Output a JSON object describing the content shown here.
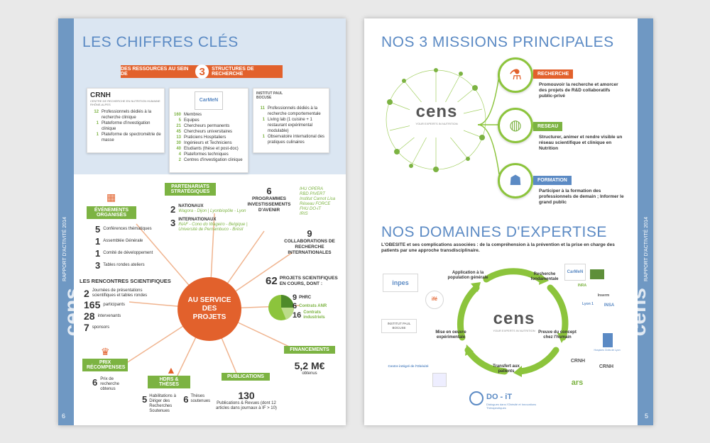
{
  "left_page": {
    "title": "LES CHIFFRES CLÉS",
    "subtitle_pre": "DES RESSOURCES AU SEIN DE",
    "subtitle_num": "3",
    "subtitle_post": "STRUCTURES DE RECHERCHE",
    "spine_brand": "cens",
    "spine_report": "RAPPORT D'ACTIVITÉ 2014",
    "page_number": "6",
    "structures": [
      {
        "logo": "CRNH",
        "logo_sub": "CENTRE DE RECHERCHE EN NUTRITION HUMAINE RHÔNE-ALPES",
        "rows": [
          {
            "n": "12",
            "t": "Professionnels dédiés à la recherche clinique"
          },
          {
            "n": "1",
            "t": "Plateforme d'investigation clinique"
          },
          {
            "n": "1",
            "t": "Plateforme de spectrométrie de masse"
          }
        ]
      },
      {
        "logo": "CarMeN",
        "logo_sub": "",
        "rows": [
          {
            "n": "160",
            "t": "Membres"
          },
          {
            "n": "5",
            "t": "Equipes"
          },
          {
            "n": "21",
            "t": "Chercheurs permanents"
          },
          {
            "n": "45",
            "t": "Chercheurs universitaires"
          },
          {
            "n": "13",
            "t": "Praticiens Hospitaliers"
          },
          {
            "n": "30",
            "t": "Ingénieurs et Techniciens"
          },
          {
            "n": "40",
            "t": "Etudiants (thèse et post-doc)"
          },
          {
            "n": "4",
            "t": "Plateformes techniques"
          },
          {
            "n": "2",
            "t": "Centres d'investigation clinique"
          }
        ]
      },
      {
        "logo": "INSTITUT PAUL BOCUSE",
        "logo_sub": "",
        "rows": [
          {
            "n": "11",
            "t": "Professionnels dédiés à la recherche comportementale"
          },
          {
            "n": "1",
            "t": "Living lab (1 cuisine + 1 restaurant expérimental modulable)"
          },
          {
            "n": "1",
            "t": "Observatoire international des pratiques culinaires"
          }
        ]
      }
    ],
    "center": "AU SERVICE DES PROJETS",
    "events": {
      "label": "ÉVÉNEMENTS ORGANISÉS",
      "items": [
        {
          "n": "5",
          "t": "Conférences thématiques"
        },
        {
          "n": "1",
          "t": "Assemblée Générale"
        },
        {
          "n": "1",
          "t": "Comité de développement"
        },
        {
          "n": "3",
          "t": "Tables rondes ateliers"
        }
      ]
    },
    "rencontres": {
      "label": "LES RENCONTRES SCIENTIFIQUES",
      "items": [
        {
          "n": "2",
          "t": "Journées de présentations scientifiques et tables rondes"
        },
        {
          "n": "165",
          "t": "participants"
        },
        {
          "n": "28",
          "t": "intervenants"
        },
        {
          "n": "7",
          "t": "sponsors"
        }
      ]
    },
    "partenariats": {
      "label": "PARTENARIATS STRATÉGIQUES",
      "nat_n": "2",
      "nat_t": "NATIONAUX",
      "nat_list": "Wagora - Dijon | Lyonbiopôle - Lyon",
      "int_n": "3",
      "int_t": "INTERNATIONAUX",
      "int_list": "INAF - Cono do Wageiro - Belgique | Université de Pernambuco - Brésil"
    },
    "programmes": {
      "n": "6",
      "t": "PROGRAMMES INVESTISSEMENTS D'AVENIR",
      "list": [
        "IHU OPERA",
        "RBD PIVERT",
        "Institut Carnot Lisa",
        "Réseau FORCE",
        "FHU DO-iT",
        "IRIS"
      ]
    },
    "collab": {
      "n": "9",
      "t": "COLLABORATIONS DE RECHERCHE INTERNATIONALES"
    },
    "projets": {
      "n": "62",
      "t": "PROJETS SCIENTIFIQUES EN COURS, DONT :",
      "items": [
        {
          "n": "9",
          "t": "PHRC"
        },
        {
          "n": "6",
          "t": "Contrats ANR"
        },
        {
          "n": "16",
          "t": "Contrats industriels"
        }
      ]
    },
    "financements": {
      "label": "FINANCEMENTS",
      "value": "5,2 M€",
      "sub": "obtenus"
    },
    "publications": {
      "label": "PUBLICATIONS",
      "n": "130",
      "t": "Publications & Revues (dont 12 articles dans journaux à IF > 10)"
    },
    "hdr": {
      "label": "HDRS & THÈSES",
      "a_n": "5",
      "a_t": "Habilitations à Diriger des Recherches Soutenues",
      "b_n": "6",
      "b_t": "Thèses soutenues"
    },
    "prix": {
      "label": "PRIX RÉCOMPENSES",
      "n": "6",
      "t": "Prix de recherche obtenus"
    }
  },
  "right_page": {
    "title_missions": "NOS 3 MISSIONS PRINCIPALES",
    "brand": "cens",
    "brand_tag": "YOUR EXPERTS IN NUTRITION",
    "missions": [
      {
        "label": "RECHERCHE",
        "text": "Promouvoir la recherche et amorcer des projets de R&D collaboratifs public-privé",
        "color": "#e2612c"
      },
      {
        "label": "RESEAU",
        "text": "Structurer, animer et rendre visible un réseau scientifique et clinique en Nutrition",
        "color": "#7cb342"
      },
      {
        "label": "FORMATION",
        "text": "Participer à la formation des professionnels de demain ; Informer le grand public",
        "color": "#5b8ac4"
      }
    ],
    "title_expertise": "NOS DOMAINES D'EXPERTISE",
    "expertise_intro": "L'OBESITE et ses complications associées : de la compréhension à la prévention et la prise en charge des patients par une approche transdisciplinaire.",
    "cycle": [
      "Application à la population générale",
      "Recherche fondamentale",
      "Preuve du concept chez l'humain",
      "Transfert aux patients",
      "Mise en oeuvre expérimentale"
    ],
    "logos": [
      "inpes",
      "ifé",
      "INSTITUT PAUL BOCUSE",
      "Centre intégré de l'Obésité",
      "CarMeN",
      "INRA",
      "Inserm",
      "Lyon 1",
      "INSA",
      "Hospices Civils de Lyon",
      "CRNH",
      "CRNH",
      "ars",
      "DO - iT"
    ],
    "doit_sub": "Dialogues dans l'Obésité et Innovations Thérapeutiques",
    "spine_brand": "cens",
    "spine_report": "RAPPORT D'ACTIVITÉ 2014",
    "page_number": "5"
  },
  "colors": {
    "orange": "#e2612c",
    "green": "#7cb342",
    "blue": "#5b8ac4",
    "spine": "#6f98c3"
  }
}
